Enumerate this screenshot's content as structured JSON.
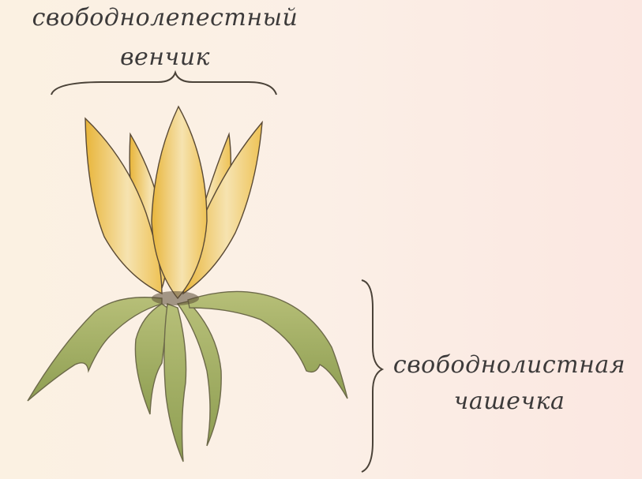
{
  "labels": {
    "corolla": {
      "line1": "свободнолепестный",
      "line2": "венчик"
    },
    "calyx": {
      "line1": "свободнолистная",
      "line2": "чашечка"
    }
  },
  "colors": {
    "petal": "#f0c14a",
    "petal_light": "#f6e6b8",
    "sepal": "#a8b46a",
    "outline": "#4a4238"
  }
}
